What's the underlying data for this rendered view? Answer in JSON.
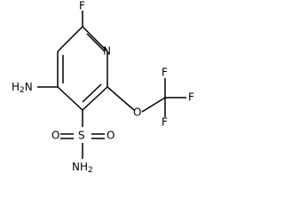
{
  "molecule": {
    "labels": {
      "fluoro": "F",
      "ring_nitrogen": "N",
      "amino": "H2N",
      "ether_oxygen": "O",
      "cf3_carbon": "",
      "cf3_f_top": "F",
      "cf3_f_right": "F",
      "cf3_f_bottom": "F",
      "sulfur": "S",
      "sulfonyl_o_left": "O",
      "sulfonyl_o_right": "O",
      "sulfonamide_n": "NH2"
    },
    "display": {
      "amino_prefix": "H",
      "amino_sub": "2",
      "amino_suffix": "N",
      "sulfonamide_main": "NH",
      "sulfonamide_sub": "2"
    }
  }
}
